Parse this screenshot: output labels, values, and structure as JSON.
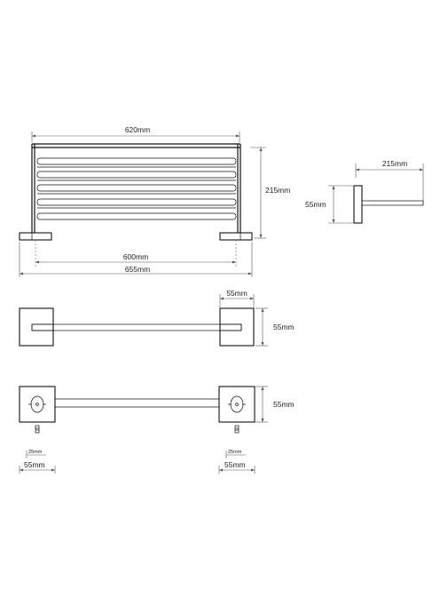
{
  "dimensions": {
    "front_width_top": "620mm",
    "front_height": "215mm",
    "front_inner_width": "600mm",
    "front_total_width": "655mm",
    "side_depth": "215mm",
    "side_height": "55mm",
    "top_plate_width": "55mm",
    "top_plate_depth": "55mm",
    "back_plate_height": "55mm",
    "hole_offset_left": "25mm",
    "hole_offset_right": "25mm",
    "back_plate_width_left": "55mm",
    "back_plate_width_right": "55mm"
  },
  "colors": {
    "line": "#111111",
    "dimension": "#555555",
    "background": "#ffffff"
  }
}
